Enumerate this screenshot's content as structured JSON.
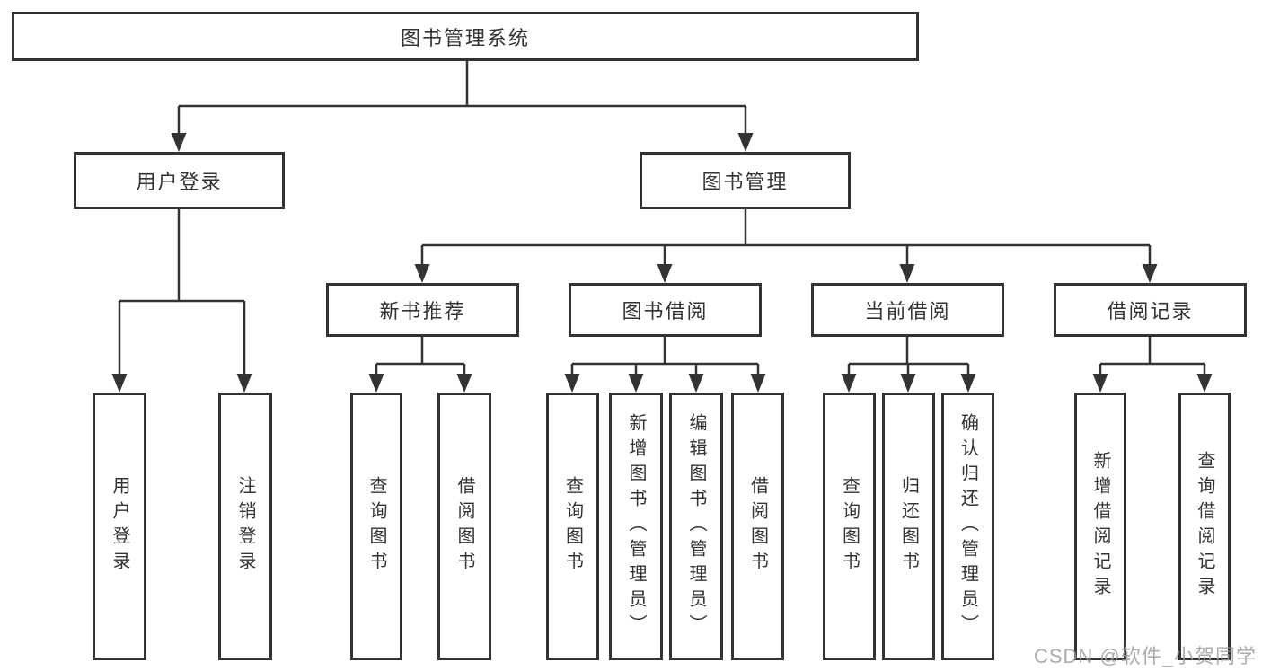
{
  "nodes": {
    "root": "图书管理系统",
    "user_login": "用户登录",
    "book_mgmt": "图书管理",
    "leaf_user_login": "用户登录",
    "leaf_logout": "注销登录",
    "new_book_rec": "新书推荐",
    "book_borrow": "图书借阅",
    "current_borrow": "当前借阅",
    "borrow_record": "借阅记录",
    "nbr_query": "查询图书",
    "nbr_borrow": "借阅图书",
    "bb_query": "查询图书",
    "bb_add": "新增图书（管理员）",
    "bb_edit": "编辑图书（管理员）",
    "bb_borrow": "借阅图书",
    "cb_query": "查询图书",
    "cb_return": "归还图书",
    "cb_confirm": "确认归还（管理员）",
    "br_add": "新增借阅记录",
    "br_query": "查询借阅记录"
  },
  "watermark": "CSDN @软件_小贺同学",
  "colors": {
    "line": "#333333",
    "box_border": "#333333",
    "text": "#333333",
    "watermark": "#969696",
    "background": "#ffffff"
  }
}
